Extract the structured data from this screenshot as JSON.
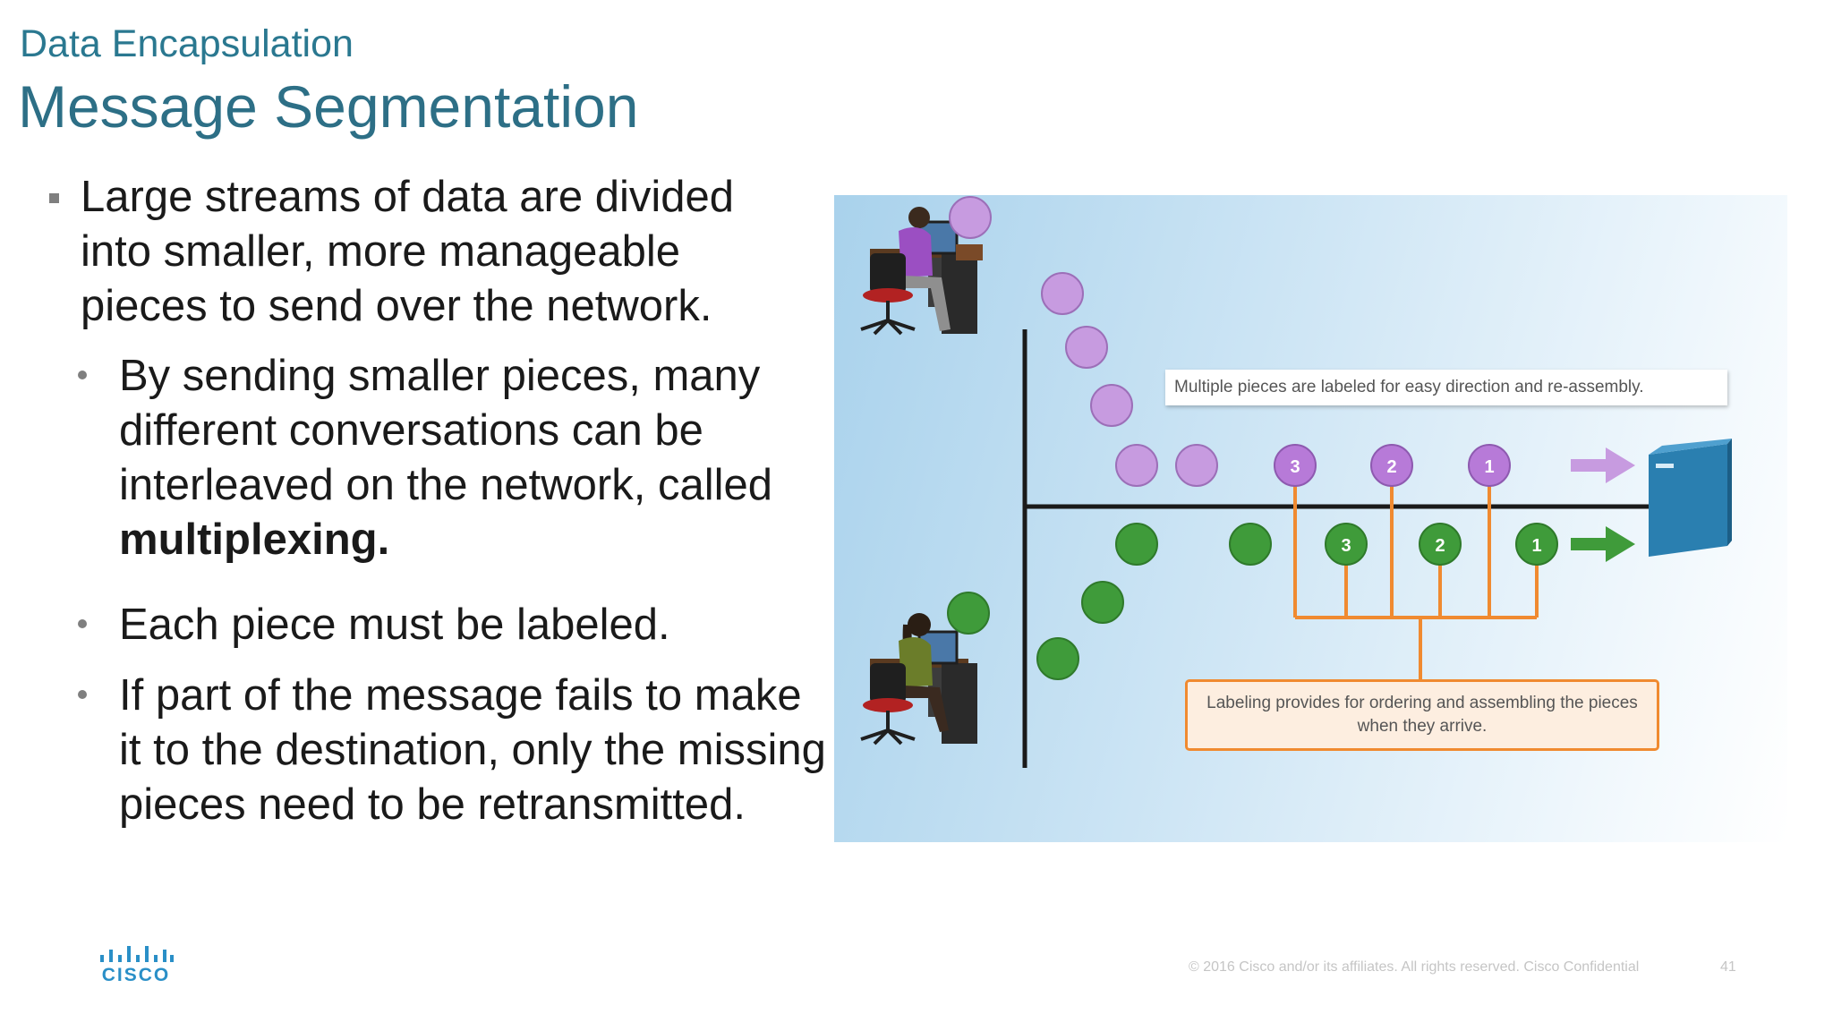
{
  "header": {
    "section": "Data Encapsulation",
    "title": "Message Segmentation"
  },
  "bullets": {
    "main": "Large streams of data are divided into smaller, more manageable pieces to send over the network.",
    "sub1_text": "By sending smaller pieces, many different conversations can be interleaved on the network, called",
    "sub1_bold": "multiplexing.",
    "sub2": "Each piece must be labeled.",
    "sub3": "If part of the message fails to make it to the destination, only the missing pieces need to be retransmitted."
  },
  "figure": {
    "callout_top": "Multiple pieces are labeled for easy direction and re-assembly.",
    "callout_bottom": "Labeling provides for ordering and assembling the pieces when they arrive.",
    "purple_labels": [
      "3",
      "2",
      "1"
    ],
    "green_labels": [
      "3",
      "2",
      "1"
    ],
    "colors": {
      "purple": "#c79be0",
      "green": "#3f9b3a",
      "orange": "#f08a30",
      "server": "#2a7fb0"
    }
  },
  "footer": {
    "logo": "CISCO",
    "copyright": "© 2016  Cisco and/or its affiliates. All rights reserved.   Cisco Confidential",
    "page": "41"
  }
}
